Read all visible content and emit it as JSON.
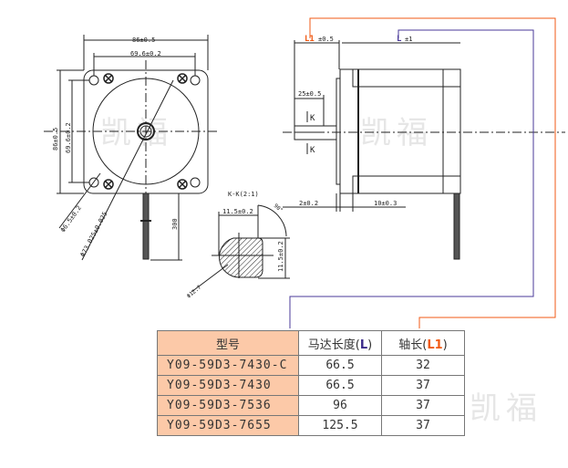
{
  "colors": {
    "orange": "#f05a14",
    "purple": "#4a3a9a",
    "header_bg": "#fcc9a8"
  },
  "watermark": "凯福",
  "front_view": {
    "dim_width": "86±0.5",
    "dim_hole_spacing_h": "69.6±0.2",
    "dim_height": "86±0.5",
    "dim_hole_spacing_v": "69.6±0.2",
    "dim_hole": "Φ6.5±0.2",
    "dim_pilot": "Φ73.025±0.025",
    "dim_cable": "300"
  },
  "side_view": {
    "dim_L1_label": "L1",
    "dim_L1_tol": "±0.5",
    "dim_L_label": "L",
    "dim_L_tol": "±1",
    "dim_flat": "25±0.5",
    "section_mark": "K",
    "dim_flange": "2±0.2",
    "dim_pilot_len": "10±0.3"
  },
  "section": {
    "title": "K-K(2:1)",
    "dim_flat_w": "11.5±0.2",
    "dim_flat_h": "11.5±0.2",
    "dim_dia": "Φ12.7",
    "angle": "90°"
  },
  "table": {
    "headers": {
      "model": "型号",
      "length": "马达长度(",
      "length_L": "L",
      "length_close": ")",
      "shaft": "轴长(",
      "shaft_L1": "L1",
      "shaft_close": ")"
    },
    "rows": [
      {
        "model": "Y09-59D3-7430-C",
        "L": "66.5",
        "L1": "32"
      },
      {
        "model": "Y09-59D3-7430",
        "L": "66.5",
        "L1": "37"
      },
      {
        "model": "Y09-59D3-7536",
        "L": "96",
        "L1": "37"
      },
      {
        "model": "Y09-59D3-7655",
        "L": "125.5",
        "L1": "37"
      }
    ]
  }
}
